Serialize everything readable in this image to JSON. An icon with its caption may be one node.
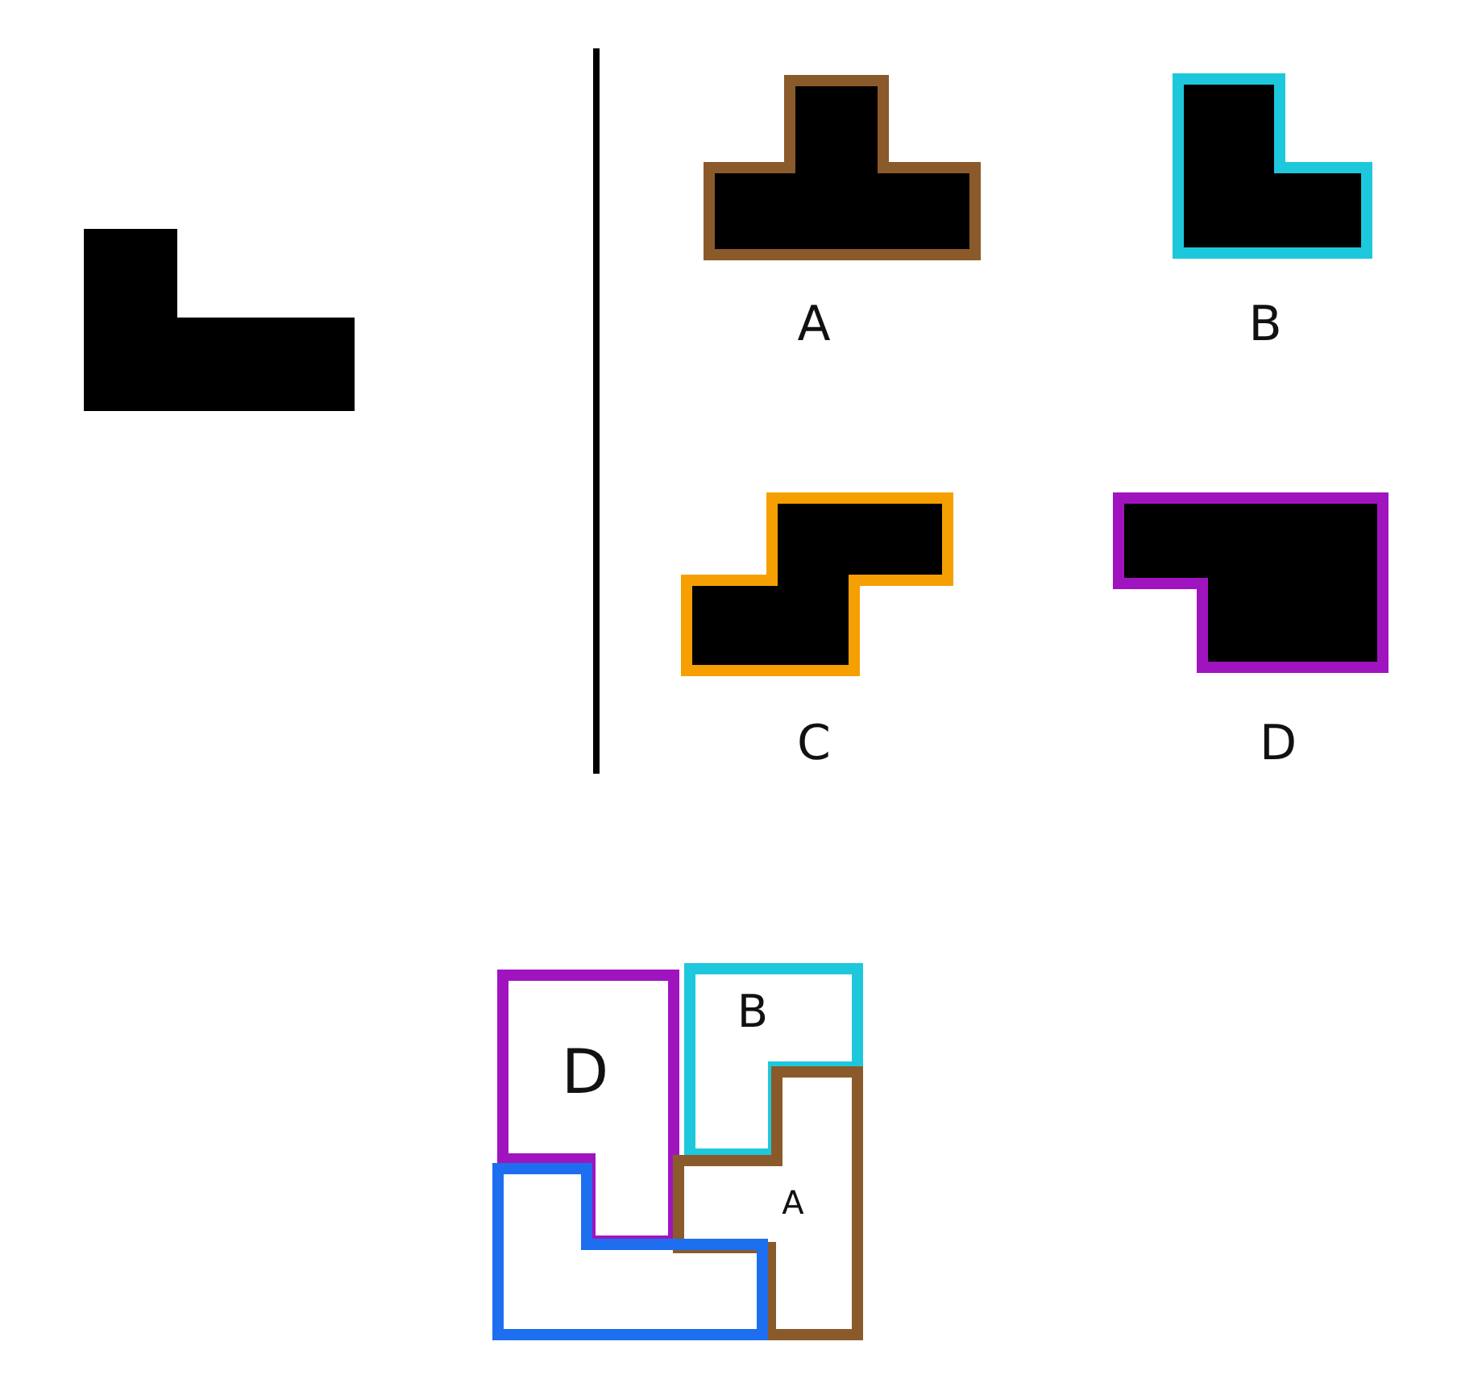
{
  "diagram": {
    "labels": [
      "A",
      "B",
      "C",
      "D",
      "D",
      "B",
      "A"
    ]
  }
}
